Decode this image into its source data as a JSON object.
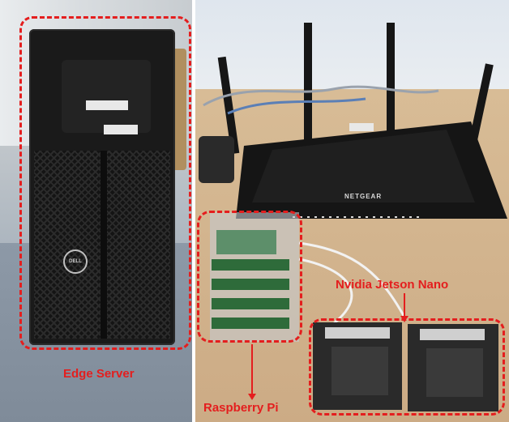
{
  "labels": {
    "edge_server": "Edge Server",
    "raspberry_pi": "Raspberry Pi",
    "jetson_nano": "Nvidia Jetson Nano"
  },
  "device_text": {
    "router_brand": "NETGEAR",
    "server_brand": "DELL"
  },
  "colors": {
    "annotation_red": "#e41e1e",
    "server_black": "#1a1a1a",
    "router_black": "#151515",
    "pi_green": "#2e6b3a",
    "desk_wood": "#d2b48f"
  },
  "icons": {
    "arrow": "red-arrow"
  }
}
